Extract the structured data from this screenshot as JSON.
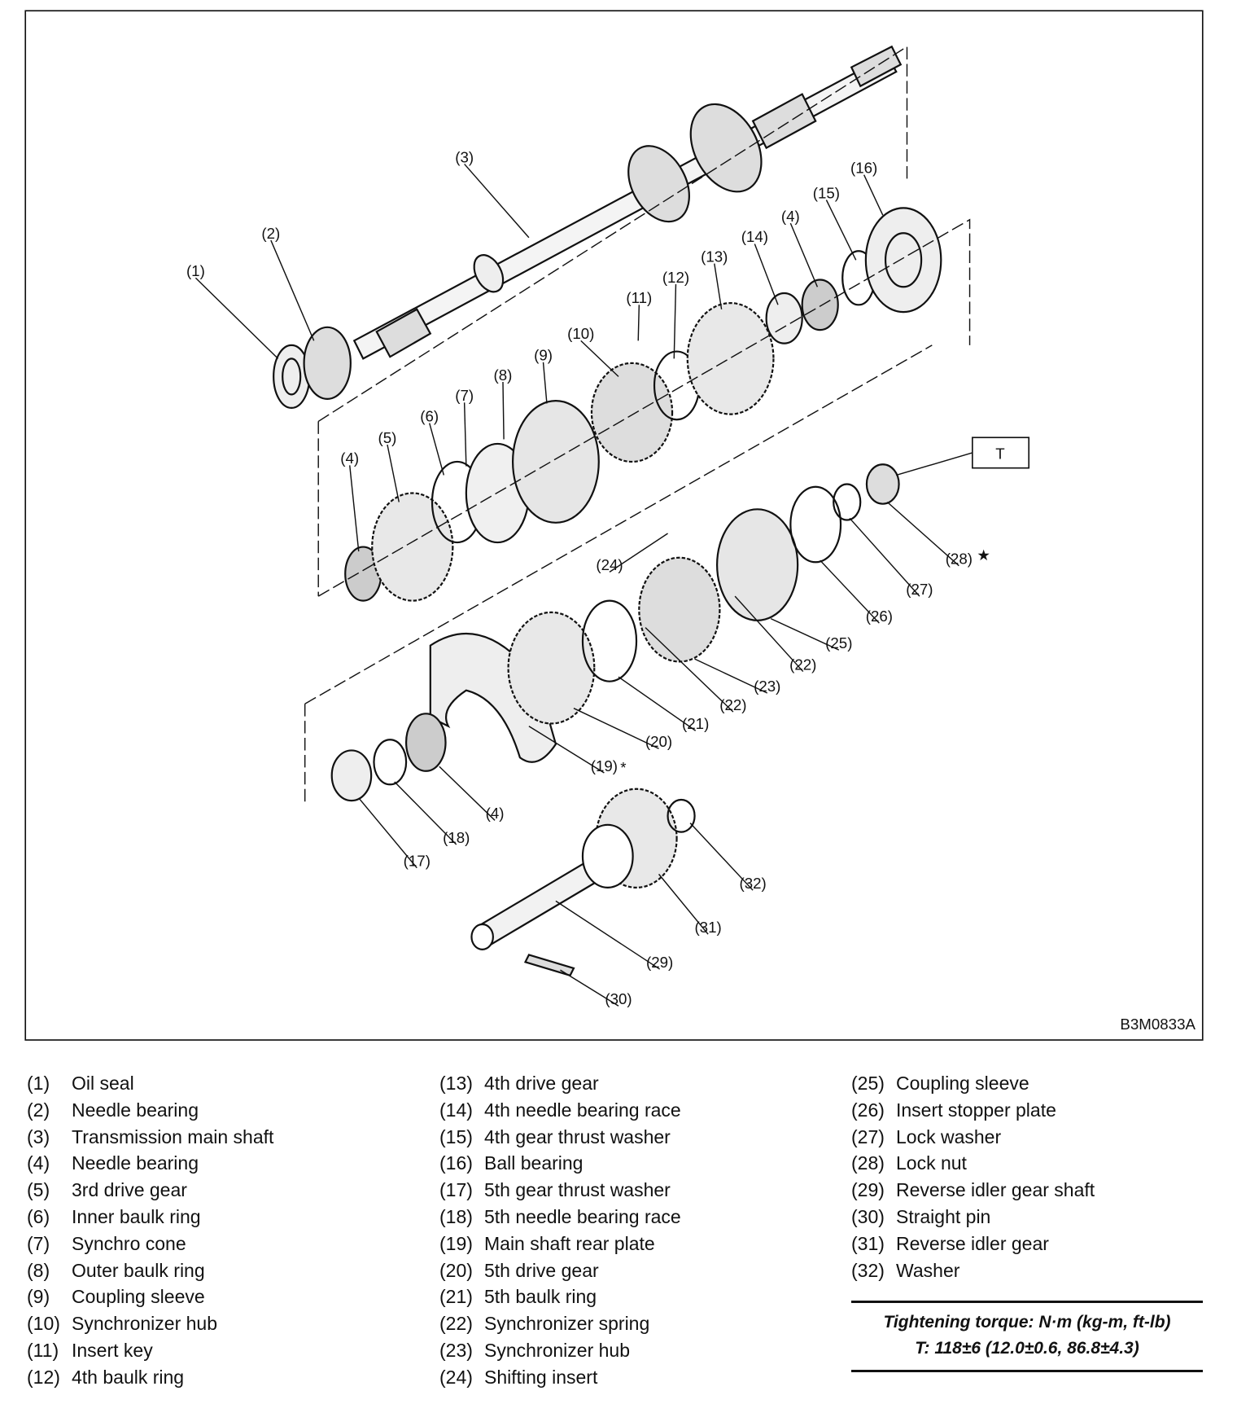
{
  "diagram": {
    "figure_code": "B3M0833A",
    "torque_box": "T",
    "callouts": [
      "(1)",
      "(2)",
      "(3)",
      "(4)",
      "(14)",
      "(15)",
      "(16)",
      "(13)",
      "(12)",
      "(11)",
      "(10)",
      "(9)",
      "(8)",
      "(7)",
      "(6)",
      "(5)",
      "(4)",
      "(28)",
      "(27)",
      "(26)",
      "(25)",
      "(22)",
      "(23)",
      "(22)",
      "(21)",
      "(20)",
      "(19)",
      "(24)",
      "(4)",
      "(18)",
      "(17)",
      "(32)",
      "(31)",
      "(29)",
      "(30)"
    ],
    "star_mark": "★",
    "asterisk_mark": "*"
  },
  "legend": [
    [
      {
        "num": "(1)",
        "name": "Oil seal"
      },
      {
        "num": "(2)",
        "name": "Needle bearing"
      },
      {
        "num": "(3)",
        "name": "Transmission main shaft"
      },
      {
        "num": "(4)",
        "name": "Needle bearing"
      },
      {
        "num": "(5)",
        "name": "3rd drive gear"
      },
      {
        "num": "(6)",
        "name": "Inner baulk ring"
      },
      {
        "num": "(7)",
        "name": "Synchro cone"
      },
      {
        "num": "(8)",
        "name": "Outer baulk ring"
      },
      {
        "num": "(9)",
        "name": "Coupling sleeve"
      },
      {
        "num": "(10)",
        "name": "Synchronizer hub"
      },
      {
        "num": "(11)",
        "name": "Insert key"
      },
      {
        "num": "(12)",
        "name": "4th baulk ring"
      }
    ],
    [
      {
        "num": "(13)",
        "name": "4th drive gear"
      },
      {
        "num": "(14)",
        "name": "4th needle bearing race"
      },
      {
        "num": "(15)",
        "name": "4th gear thrust washer"
      },
      {
        "num": "(16)",
        "name": "Ball bearing"
      },
      {
        "num": "(17)",
        "name": "5th gear thrust washer"
      },
      {
        "num": "(18)",
        "name": "5th needle bearing race"
      },
      {
        "num": "(19)",
        "name": "Main shaft rear plate"
      },
      {
        "num": "(20)",
        "name": "5th drive gear"
      },
      {
        "num": "(21)",
        "name": "5th baulk ring"
      },
      {
        "num": "(22)",
        "name": "Synchronizer spring"
      },
      {
        "num": "(23)",
        "name": "Synchronizer hub"
      },
      {
        "num": "(24)",
        "name": "Shifting insert"
      }
    ],
    [
      {
        "num": "(25)",
        "name": "Coupling sleeve"
      },
      {
        "num": "(26)",
        "name": "Insert stopper plate"
      },
      {
        "num": "(27)",
        "name": "Lock washer"
      },
      {
        "num": "(28)",
        "name": "Lock nut"
      },
      {
        "num": "(29)",
        "name": "Reverse idler gear shaft"
      },
      {
        "num": "(30)",
        "name": "Straight pin"
      },
      {
        "num": "(31)",
        "name": "Reverse idler gear"
      },
      {
        "num": "(32)",
        "name": "Washer"
      }
    ]
  ],
  "torque": {
    "title": "Tightening torque: N·m (kg-m, ft-lb)",
    "value": "T: 118±6 (12.0±0.6, 86.8±4.3)"
  }
}
